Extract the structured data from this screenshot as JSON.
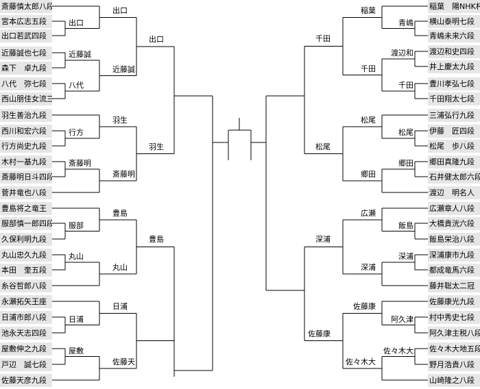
{
  "left": {
    "players": [
      "斎藤慎太郎八段",
      "宮本広志五段",
      "出口若武四段",
      "近藤誠也七段",
      "森下　卓九段",
      "八代　弥七段",
      "西山朋佳女流三冠",
      "羽生善治九段",
      "西川和宏六段",
      "行方尚史九段",
      "木村一基九段",
      "斎藤明日斗四段",
      "菅井竜也八段",
      "豊島将之竜王",
      "服部慎一郎四段",
      "久保利明九段",
      "丸山忠久九段",
      "本田　奎五段",
      "糸谷哲郎八段",
      "永瀬拓矢王座",
      "日浦市郎八段",
      "池永天志四段",
      "屋敷伸之九段",
      "戸辺　誠七段",
      "佐藤天彦九段"
    ],
    "r1": [
      "出口",
      "近藤誠",
      "八代",
      "行方",
      "斎藤明",
      "服部",
      "丸山",
      "日浦",
      "屋敷"
    ],
    "r2": [
      "出口",
      "近藤誠",
      "羽生",
      "斎藤明",
      "豊島",
      "丸山",
      "日浦",
      "佐藤天"
    ],
    "r3": [
      "出口",
      "羽生",
      "豊島"
    ]
  },
  "right": {
    "players": [
      "稲葉　陽NHK杯",
      "横山泰明七段",
      "青嶋未来六段",
      "渡辺和史四段",
      "井上慶太九段",
      "豊川孝弘七段",
      "千田翔太七段",
      "三浦弘行九段",
      "伊藤　匠四段",
      "松尾　歩八段",
      "郷田真隆九段",
      "石井健太郎六段",
      "渡辺　明名人",
      "広瀬章人八段",
      "大橋貴洸六段",
      "飯島栄治八段",
      "深浦康市九段",
      "都成竜馬六段",
      "藤井聡太二冠",
      "佐藤康光九段",
      "村中秀史七段",
      "阿久津主税八段",
      "佐々木大地五段",
      "野月浩貴八段",
      "山崎隆之八段"
    ],
    "r1": [
      "青嶋",
      "渡辺和",
      "千田",
      "松尾",
      "郷田",
      "飯島",
      "深浦",
      "阿久津",
      "佐々木大"
    ],
    "r2": [
      "稲葉",
      "千田",
      "松尾",
      "郷田",
      "広瀬",
      "深浦",
      "佐藤康",
      "佐々木大"
    ],
    "r3": [
      "千田",
      "松尾",
      "深浦",
      "佐藤康"
    ]
  }
}
